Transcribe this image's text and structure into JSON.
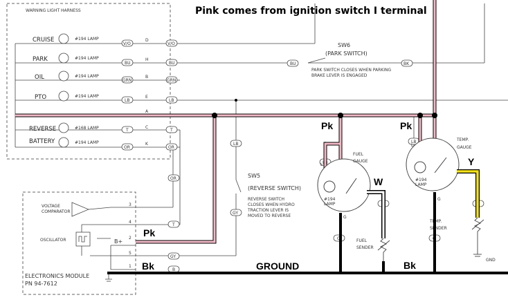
{
  "title_text": "Pink comes from ignition switch I terminal",
  "harness_title": "WARNING LIGHT HARNESS",
  "harness_rows": [
    {
      "name": "CRUISE",
      "lamp": "#194 LAMP",
      "wire": "V/O",
      "pin": "D"
    },
    {
      "name": "PARK",
      "lamp": "#194 LAMP",
      "wire": "BU",
      "pin": "H"
    },
    {
      "name": "OIL",
      "lamp": "#194 LAMP",
      "wire": "GRN",
      "pin": "B"
    },
    {
      "name": "PTO",
      "lamp": "#194 LAMP",
      "wire": "LB",
      "pin": "E"
    },
    {
      "name": "",
      "lamp": "",
      "wire": "",
      "pin": "A"
    },
    {
      "name": "REVERSE",
      "lamp": "#168 LAMP",
      "wire": "T",
      "pin": "C"
    },
    {
      "name": "BATTERY",
      "lamp": "#194 LAMP",
      "wire": "OR",
      "pin": "K"
    }
  ],
  "sw6": {
    "name": "SW6",
    "desc": "(PARK SWITCH)",
    "note1": "PARK SWITCH CLOSES WHEN PARKING",
    "note2": "BRAKE LEVER IS ENGAGED",
    "left_wire": "BU",
    "right_wire": "BK"
  },
  "sw5": {
    "name": "SW5",
    "desc": "(REVERSE SWITCH)",
    "note": [
      "REVERSE SWITCH",
      "CLOSES WHEN HYDRO",
      "TRACTION LEVER IS",
      "MOVED TO REVERSE"
    ],
    "wire_top": "LB",
    "wire_bot": "GY"
  },
  "fuel_gauge": {
    "l1": "FUEL",
    "l2": "GAUGE",
    "lamp1": "#194",
    "lamp2": "LAMP",
    "g": "G",
    "l": "L"
  },
  "temp_gauge": {
    "l1": "TEMP.",
    "l2": "GAUGE",
    "lamp1": "#194",
    "lamp2": "LAMP",
    "g": "G",
    "l": "L"
  },
  "fuel_sender": {
    "l1": "FUEL",
    "l2": "SENDER"
  },
  "temp_sender": {
    "l1": "TEMP.",
    "l2": "SENDER"
  },
  "gnd_label": "GND",
  "module": {
    "title1": "ELECTRONICS MODULE",
    "title2": "PN 94-7612",
    "voltage1": "VOLTAGE",
    "voltage2": "COMPARATOR",
    "osc": "OSCILLATOR",
    "bplus": "B+",
    "pins": [
      "3",
      "4",
      "2",
      "5",
      "1"
    ]
  },
  "wire_labels": {
    "pk_module": "Pk",
    "pk_fuel": "Pk",
    "pk_temp": "Pk",
    "w": "W",
    "y": "Y",
    "bk_left": "Bk",
    "bk_right": "Bk",
    "ground": "GROUND"
  },
  "small_wires": {
    "or_mid": "OR",
    "t_mid": "T",
    "gy_mid": "GY",
    "gy_mod": "GY",
    "t_mod": "T",
    "b_mod": "B",
    "g_fuel": "G",
    "g_temp": "G",
    "y_fuel": "Y",
    "t_temp": "T",
    "lb_fuel": "LB",
    "lb_temp": "LB"
  },
  "colors": {
    "pink": "#f2b8c6",
    "yellow": "#f5e21a",
    "black": "#000000"
  }
}
